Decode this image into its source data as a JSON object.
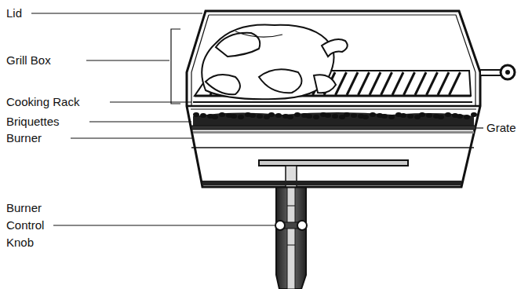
{
  "diagram": {
    "labels": [
      "Lid",
      "Grill Box",
      "Cooking Rack",
      "Briquettes",
      "Burner",
      "Burner Control Knob",
      "Grate"
    ]
  }
}
